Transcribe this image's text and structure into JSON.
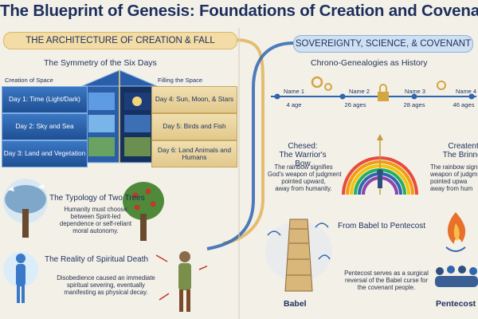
{
  "title": "The Blueprint of Genesis: Foundations of Creation and Covenant",
  "left": {
    "banner": "THE ARCHITECTURE OF CREATION & FALL",
    "days_title": "The Symmetry of the Six Days",
    "col_left": "Creation of Space",
    "col_right": "Filling the Space",
    "days_left": [
      "Day 1: Time (Light/Dark)",
      "Day 2: Sky and Sea",
      "Day 3: Land and Vegetation"
    ],
    "days_right": [
      "Day 4: Sun, Moon, & Stars",
      "Day 5: Birds and Fish",
      "Day 6: Land Animals and Humans"
    ],
    "trees_title": "The Typology of Two Trees",
    "trees_desc": [
      "Humanity must choose",
      "between Spirit-led",
      "dependence or self-reliant",
      "moral autonomy."
    ],
    "death_title": "The Reality of Spiritual Death",
    "death_desc": [
      "Disobedience caused an immediate",
      "spiritual severing, eventually",
      "manifesting as physical decay."
    ]
  },
  "right": {
    "banner": "SOVEREIGNTY, SCIENCE, & COVENANT",
    "chrono_title": "Chrono-Genealogies as History",
    "timeline": [
      {
        "name": "Name 1",
        "age": "4 age"
      },
      {
        "name": "Name 2",
        "age": "26 ages"
      },
      {
        "name": "Name 3",
        "age": "28 ages"
      },
      {
        "name": "Name 4",
        "age": "46 ages"
      }
    ],
    "chesed_title": [
      "Chesed:",
      "The Warrior's Bow"
    ],
    "chesed_desc": [
      "The rainbow signifies",
      "God's weapon of judgment",
      "pointed upward,",
      "away from humanity."
    ],
    "creatent_title": [
      "Creatent:",
      "The Brinnon"
    ],
    "creatent_desc": [
      "The rainbow signif",
      "weapon of judgm",
      "pointed upwa",
      "away from hum"
    ],
    "babel_title": "From Babel to Pentecost",
    "babel_desc": [
      "Pentecost serves as a surgical",
      "reversal of the Babel curse for",
      "the covenant people."
    ],
    "babel_label": "Babel",
    "pentecost_label": "Pentecost"
  },
  "colors": {
    "navy": "#1c2f5c",
    "gold": "#e0b45a",
    "blue": "#2f66b0",
    "cream": "#f3f0e8"
  }
}
